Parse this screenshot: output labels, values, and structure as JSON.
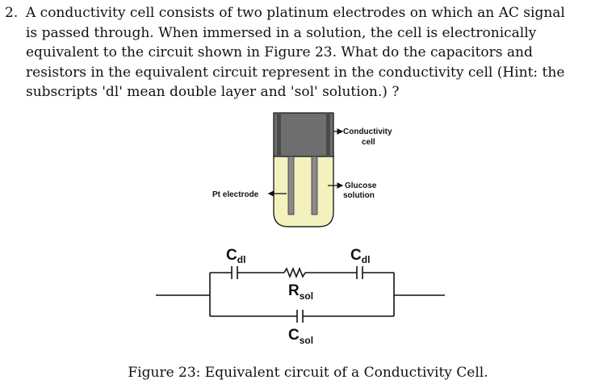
{
  "question": {
    "number": "2.",
    "lines": [
      "A conductivity cell consists of two platinum electrodes on which an AC signal",
      "is passed through. When immersed in a solution, the cell is electronically",
      "equivalent to the circuit shown in Figure 23. What do the capacitors and",
      "resistors in the equivalent circuit represent in the conductivity cell (Hint: the",
      "subscripts 'dl' mean double layer and 'sol' solution.) ?"
    ]
  },
  "figure": {
    "labels": {
      "conductivity_cell_1": "Conductivity",
      "conductivity_cell_2": "cell",
      "glucose_1": "Glucose",
      "glucose_2": "solution",
      "pt_electrode": "Pt electrode"
    },
    "circuit": {
      "cdl_left": {
        "main": "C",
        "sub": "dl"
      },
      "cdl_right": {
        "main": "C",
        "sub": "dl"
      },
      "rsol": {
        "main": "R",
        "sub": "sol"
      },
      "csol": {
        "main": "C",
        "sub": "sol"
      }
    },
    "colors": {
      "cell_cap": "#6e6e6e",
      "solution": "#f4f1bf",
      "electrode": "#8a8a8a",
      "wire": "#111111"
    }
  },
  "caption": "Figure 23: Equivalent circuit of a Conductivity Cell."
}
